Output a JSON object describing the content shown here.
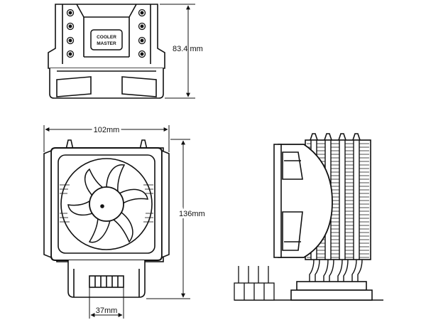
{
  "dimensions": {
    "height_top": "83.4 mm",
    "width_front": "102mm",
    "height_front": "136mm",
    "base_width": "37mm"
  },
  "logo": {
    "line1": "COOLER",
    "line2": "MASTER"
  },
  "colors": {
    "line": "#111111",
    "background": "#ffffff"
  }
}
